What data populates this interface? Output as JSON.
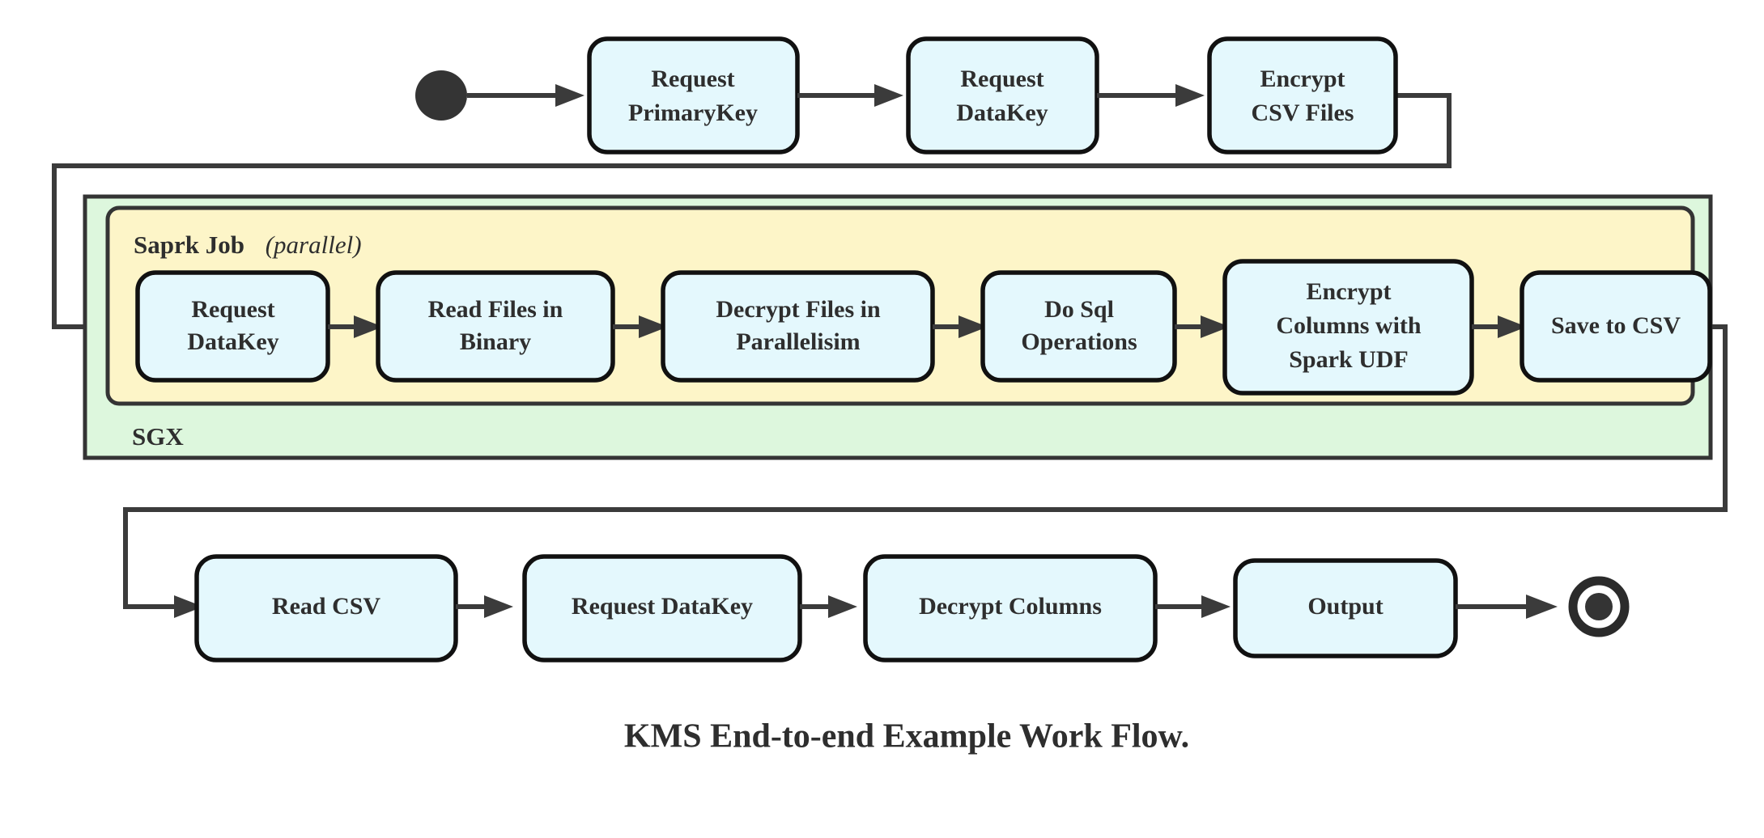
{
  "diagram": {
    "caption": "KMS End-to-end Example Work Flow.",
    "colors": {
      "node_fill": "#e4f8fd",
      "node_stroke": "#111111",
      "sgx_fill": "#ddf7dd",
      "spark_fill": "#fdf5c8",
      "container_stroke": "#343434",
      "edge": "#3b3b3b",
      "text": "#2e2e2e",
      "background": "#ffffff"
    },
    "start_node": {
      "label": "start",
      "shape": "filled-circle"
    },
    "end_node": {
      "label": "end",
      "shape": "double-circle"
    },
    "containers": [
      {
        "id": "sgx",
        "label": "SGX",
        "label_position": "bottom-left",
        "fill": "#ddf7dd"
      },
      {
        "id": "spark-job",
        "label": "Saprk Job",
        "label_suffix": "(parallel)",
        "label_position": "top-left",
        "fill": "#fdf5c8"
      }
    ],
    "rows": [
      {
        "id": "row-top",
        "nodes": [
          {
            "id": "request-primarykey",
            "lines": [
              "Request",
              "PrimaryKey"
            ]
          },
          {
            "id": "request-datakey-top",
            "lines": [
              "Request",
              "DataKey"
            ]
          },
          {
            "id": "encrypt-csv-files",
            "lines": [
              "Encrypt",
              "CSV Files"
            ]
          }
        ]
      },
      {
        "id": "row-spark",
        "nodes": [
          {
            "id": "request-datakey-spark",
            "lines": [
              "Request",
              "DataKey"
            ]
          },
          {
            "id": "read-files-in-binary",
            "lines": [
              "Read Files in",
              "Binary"
            ]
          },
          {
            "id": "decrypt-files-in-parallelisim",
            "lines": [
              "Decrypt Files in",
              "Parallelisim"
            ]
          },
          {
            "id": "do-sql-operations",
            "lines": [
              "Do Sql",
              "Operations"
            ]
          },
          {
            "id": "encrypt-columns-spark-udf",
            "lines": [
              "Encrypt",
              "Columns with",
              "Spark UDF"
            ]
          },
          {
            "id": "save-to-csv",
            "lines": [
              "Save to CSV"
            ]
          }
        ]
      },
      {
        "id": "row-bottom",
        "nodes": [
          {
            "id": "read-csv",
            "lines": [
              "Read CSV"
            ]
          },
          {
            "id": "request-datakey-bottom",
            "lines": [
              "Request DataKey"
            ]
          },
          {
            "id": "decrypt-columns",
            "lines": [
              "Decrypt Columns"
            ]
          },
          {
            "id": "output",
            "lines": [
              "Output"
            ]
          }
        ]
      }
    ]
  }
}
